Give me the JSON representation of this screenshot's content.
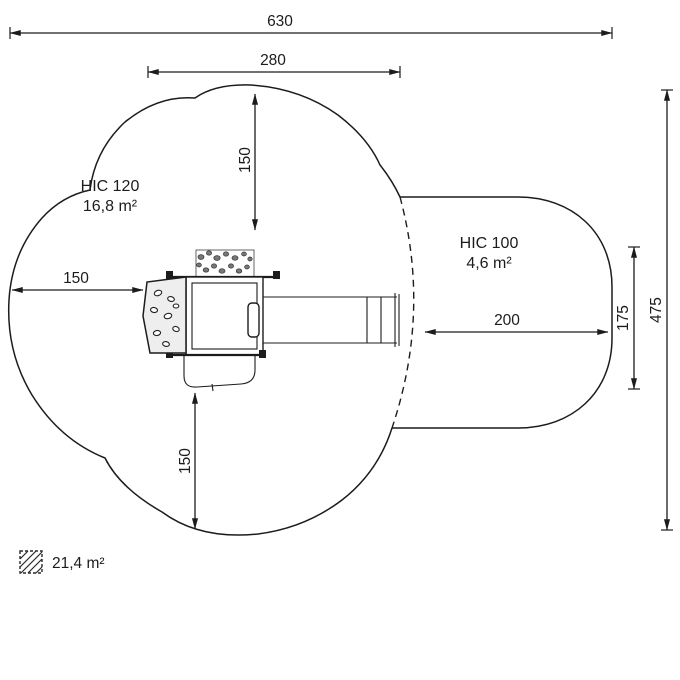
{
  "diagram": {
    "zones": {
      "hic120": {
        "name": "HIC 120",
        "area": "16,8 m²"
      },
      "hic100": {
        "name": "HIC 100",
        "area": "4,6 m²"
      }
    },
    "dimensions": {
      "overall_width": "630",
      "inner_width": "280",
      "top_offset": "150",
      "left_offset": "150",
      "right_offset": "200",
      "bottom_offset": "150",
      "zone_height": "175",
      "overall_height": "475"
    },
    "legend": {
      "icon": "hatched-area-icon",
      "total_area": "21,4 m²"
    },
    "colors": {
      "line": "#1c1c1c",
      "background": "#ffffff"
    }
  }
}
